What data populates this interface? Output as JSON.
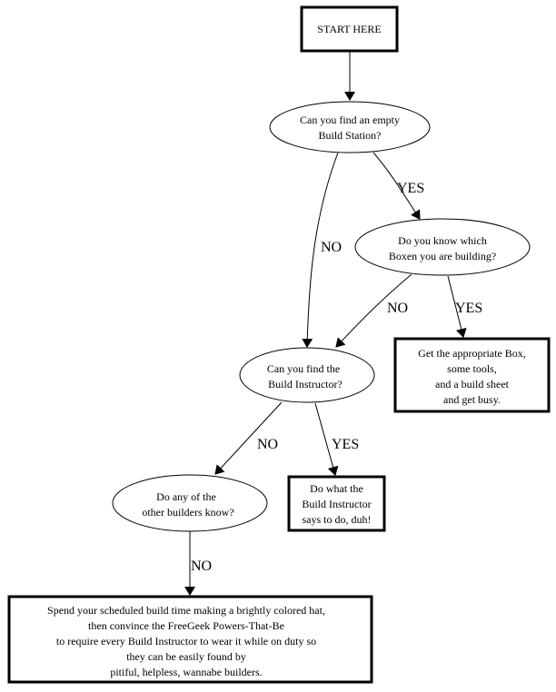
{
  "nodes": {
    "start": {
      "lines": [
        "START HERE"
      ]
    },
    "q_station": {
      "lines": [
        "Can you find an empty",
        "Build Station?"
      ]
    },
    "q_boxen": {
      "lines": [
        "Do you know which",
        "Boxen you are building?"
      ]
    },
    "get_box": {
      "lines": [
        "Get the appropriate Box,",
        "some tools,",
        "and a build sheet",
        "and get busy."
      ]
    },
    "q_instructor": {
      "lines": [
        "Can you find the",
        "Build Instructor?"
      ]
    },
    "do_what": {
      "lines": [
        "Do what the",
        "Build Instructor",
        "says to do, duh!"
      ]
    },
    "q_builders": {
      "lines": [
        "Do any of the",
        "other builders know?"
      ]
    },
    "hat": {
      "lines": [
        "Spend your scheduled build time making a brightly colored hat,",
        "then convince the FreeGeek Powers-That-Be",
        "to require every Build Instructor to wear it while on duty so",
        "they can be easily found by",
        "pitiful, helpless, wannabe builders."
      ]
    }
  },
  "edges": {
    "station_yes": "YES",
    "station_no": "NO",
    "boxen_no": "NO",
    "boxen_yes": "YES",
    "instructor_no": "NO",
    "instructor_yes": "YES",
    "builders_no": "NO"
  }
}
